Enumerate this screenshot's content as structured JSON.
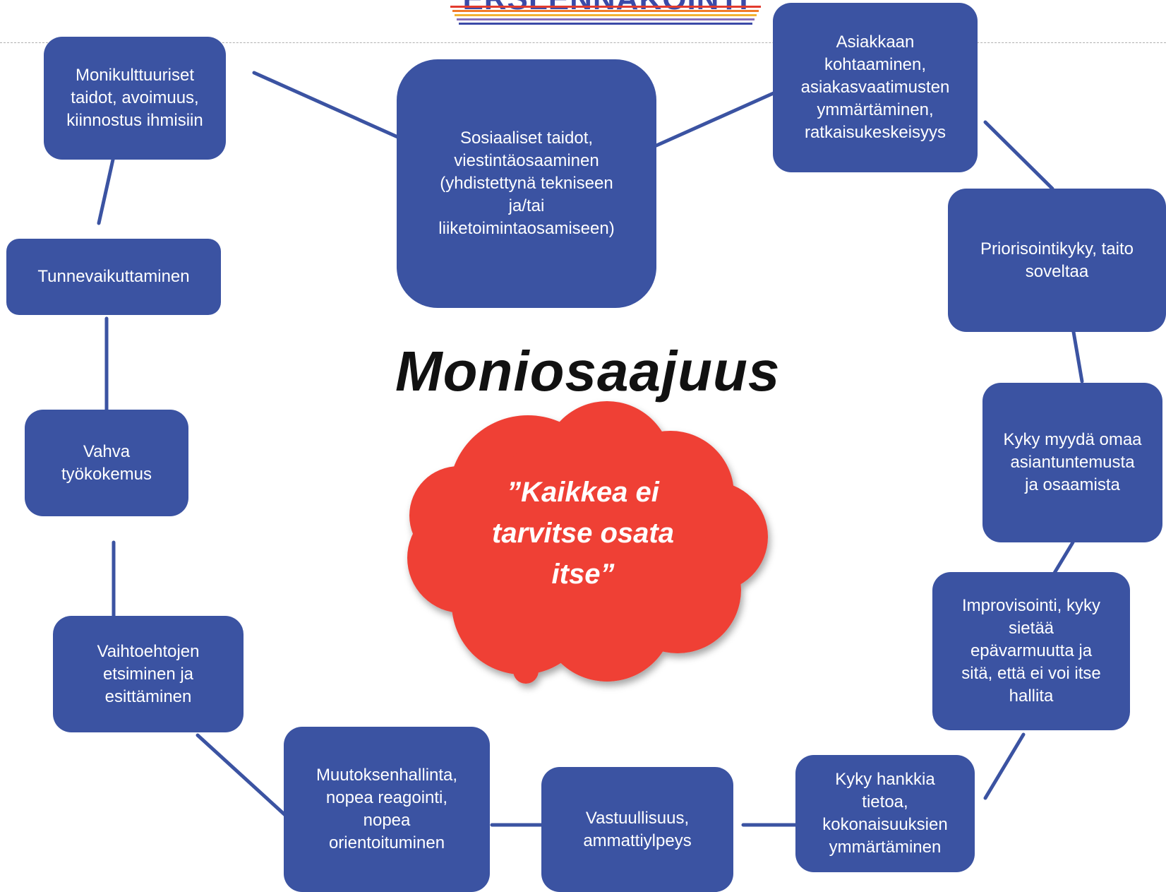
{
  "logo": {
    "text": "ERSLENNAKOINTI",
    "stripe_colors": [
      "#e23b2e",
      "#f07a2a",
      "#f3b233",
      "#8a6fb8",
      "#3b4aa8"
    ]
  },
  "title": "Moniosaajuus",
  "quote": "”Kaikkea ei\ntarvitse osata\nitse”",
  "colors": {
    "box": "#3b53a2",
    "line": "#3b53a2",
    "cloud": "#ef4136"
  },
  "boxes": {
    "center": "Sosiaaliset taidot,\nviestintäosaaminen\n(yhdistettynä tekniseen\nja/tai\nliiketoimintaosamiseen)",
    "monikulttuuriset": "Monikulttuuriset\ntaidot, avoimuus,\nkiinnostus ihmisiin",
    "asiakkaan": "Asiakkaan\nkohtaaminen,\nasiakasvaatimusten\nymmärtäminen,\nratkaisukeskeisyys",
    "priorisointikyky": "Priorisointikyky, taito\nsoveltaa",
    "kyky_myyda": "Kyky myydä omaa\nasiantuntemusta\nja osaamista",
    "improvisointi": "Improvisointi, kyky\nsietää\nepävarmuutta ja\nsitä, että ei voi itse\nhallita",
    "kyky_hankkia": "Kyky hankkia\ntietoa,\nkokonaisuuksien\nymmärtäminen",
    "vastuullisuus": "Vastuullisuus,\nammattiylpeys",
    "muutoksenhallinta": "Muutoksenhallinta,\nnopea reagointi,\nnopea\norientoituminen",
    "vaihtoehtojen": "Vaihtoehtojen\netsiminen ja\nesittäminen",
    "vahva": "Vahva\ntyökokemus",
    "tunnevaikuttaminen": "Tunnevaikuttaminen"
  }
}
